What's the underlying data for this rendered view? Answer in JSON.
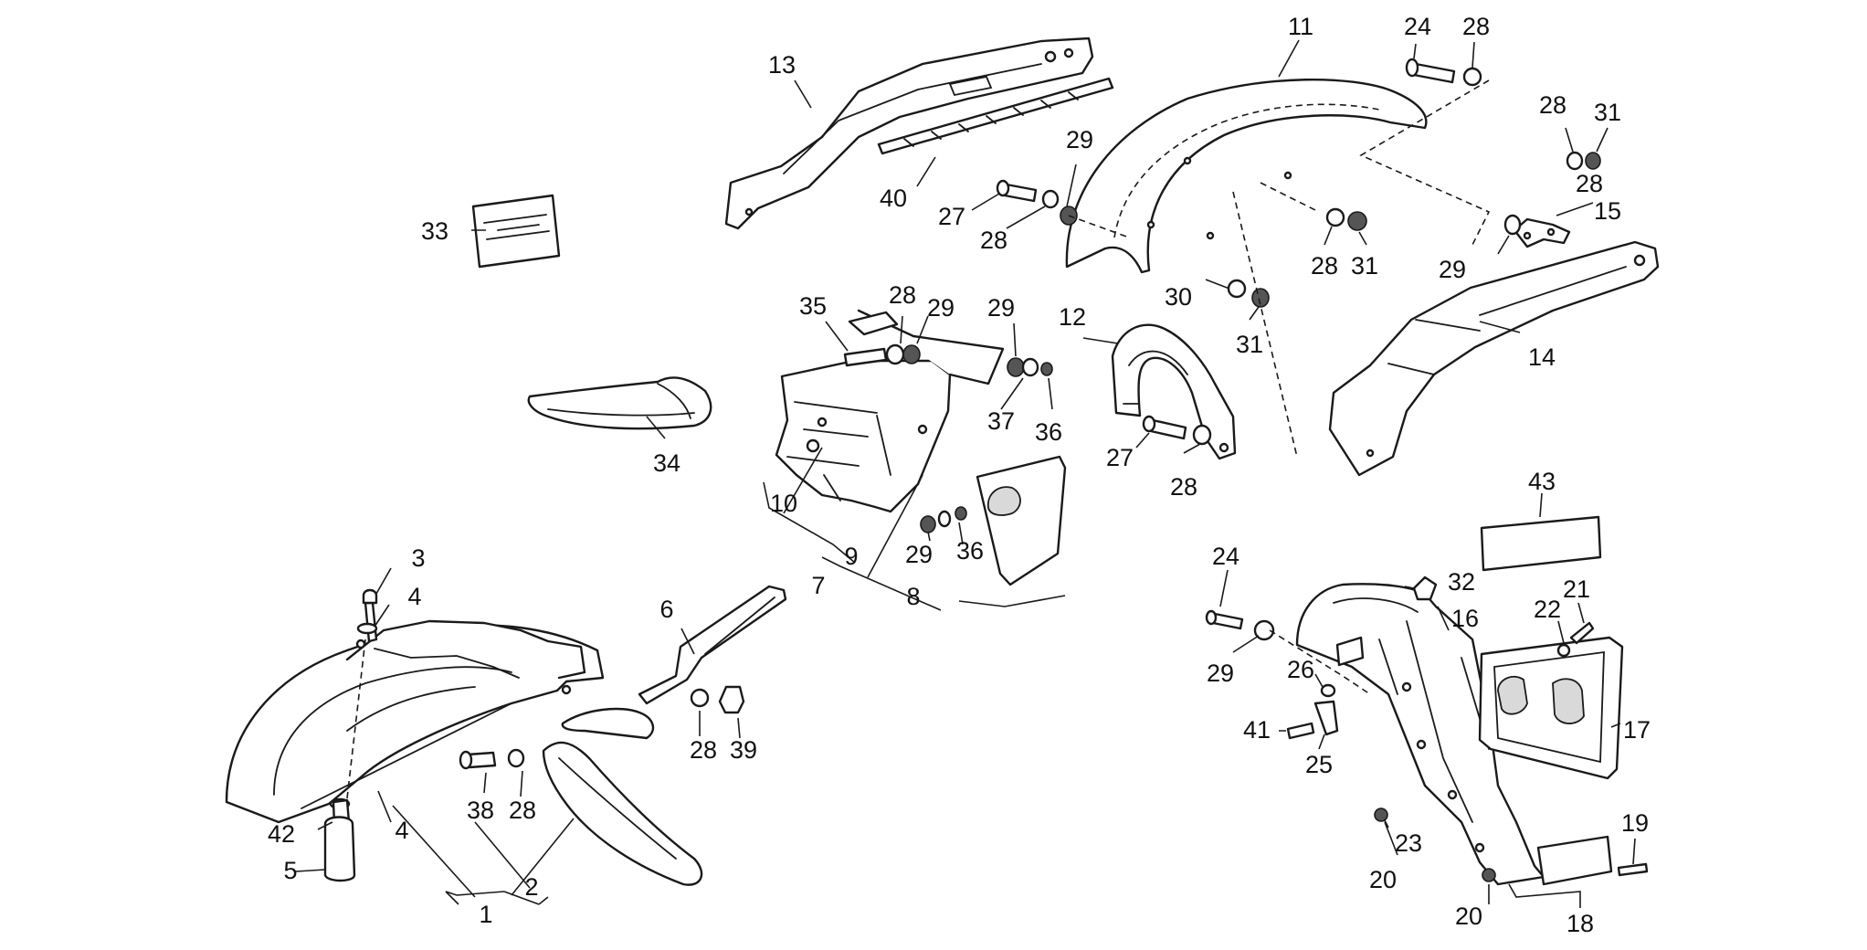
{
  "diagram": {
    "callouts": [
      {
        "id": "c1",
        "text": "1"
      },
      {
        "id": "c2",
        "text": "2"
      },
      {
        "id": "c3",
        "text": "3"
      },
      {
        "id": "c4a",
        "text": "4"
      },
      {
        "id": "c4b",
        "text": "4"
      },
      {
        "id": "c5",
        "text": "5"
      },
      {
        "id": "c6",
        "text": "6"
      },
      {
        "id": "c7",
        "text": "7"
      },
      {
        "id": "c8",
        "text": "8"
      },
      {
        "id": "c9",
        "text": "9"
      },
      {
        "id": "c10",
        "text": "10"
      },
      {
        "id": "c11",
        "text": "11"
      },
      {
        "id": "c12",
        "text": "12"
      },
      {
        "id": "c13",
        "text": "13"
      },
      {
        "id": "c14",
        "text": "14"
      },
      {
        "id": "c15",
        "text": "15"
      },
      {
        "id": "c16",
        "text": "16"
      },
      {
        "id": "c17",
        "text": "17"
      },
      {
        "id": "c18",
        "text": "18"
      },
      {
        "id": "c19",
        "text": "19"
      },
      {
        "id": "c20a",
        "text": "20"
      },
      {
        "id": "c20b",
        "text": "20"
      },
      {
        "id": "c21",
        "text": "21"
      },
      {
        "id": "c22",
        "text": "22"
      },
      {
        "id": "c23",
        "text": "23"
      },
      {
        "id": "c24a",
        "text": "24"
      },
      {
        "id": "c24b",
        "text": "24"
      },
      {
        "id": "c25",
        "text": "25"
      },
      {
        "id": "c26",
        "text": "26"
      },
      {
        "id": "c27a",
        "text": "27"
      },
      {
        "id": "c27b",
        "text": "27"
      },
      {
        "id": "c28a",
        "text": "28"
      },
      {
        "id": "c28b",
        "text": "28"
      },
      {
        "id": "c28c",
        "text": "28"
      },
      {
        "id": "c28d",
        "text": "28"
      },
      {
        "id": "c28e",
        "text": "28"
      },
      {
        "id": "c28f",
        "text": "28"
      },
      {
        "id": "c28g",
        "text": "28"
      },
      {
        "id": "c28h",
        "text": "28"
      },
      {
        "id": "c28i",
        "text": "28"
      },
      {
        "id": "c29a",
        "text": "29"
      },
      {
        "id": "c29b",
        "text": "29"
      },
      {
        "id": "c29c",
        "text": "29"
      },
      {
        "id": "c29d",
        "text": "29"
      },
      {
        "id": "c29e",
        "text": "29"
      },
      {
        "id": "c29f",
        "text": "29"
      },
      {
        "id": "c30",
        "text": "30"
      },
      {
        "id": "c31a",
        "text": "31"
      },
      {
        "id": "c31b",
        "text": "31"
      },
      {
        "id": "c31c",
        "text": "31"
      },
      {
        "id": "c32",
        "text": "32"
      },
      {
        "id": "c33",
        "text": "33"
      },
      {
        "id": "c34",
        "text": "34"
      },
      {
        "id": "c35",
        "text": "35"
      },
      {
        "id": "c36a",
        "text": "36"
      },
      {
        "id": "c36b",
        "text": "36"
      },
      {
        "id": "c37",
        "text": "37"
      },
      {
        "id": "c38",
        "text": "38"
      },
      {
        "id": "c39",
        "text": "39"
      },
      {
        "id": "c40",
        "text": "40"
      },
      {
        "id": "c41",
        "text": "41"
      },
      {
        "id": "c42",
        "text": "42"
      },
      {
        "id": "c43",
        "text": "43"
      }
    ]
  }
}
